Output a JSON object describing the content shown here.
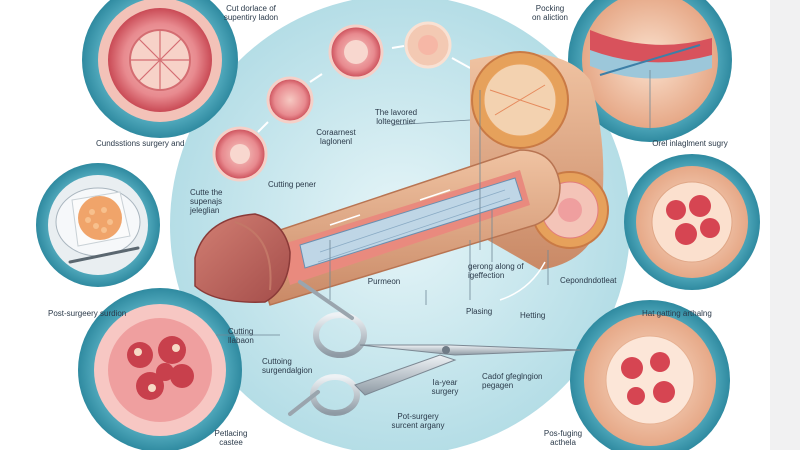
{
  "labels": {
    "top_left": "Cut dorlace of\nsupentiry ladon",
    "top_right": "Pocking\non aliction",
    "mid_left": "Cundsstions surgery and",
    "mid_right": "Orel inlaglment sugry",
    "left_post": "Post-surgeery surdion",
    "right_hat": "Hat gatting arthalng",
    "bottom_left": "Petlacing\ncastee",
    "bottom_right": "Pos-fuging\nacthela",
    "center_lavored": "The lavored\nloltegernier",
    "center_coraarnest": "Coraarnest\nlaglonenl",
    "cutte_the": "Cutte the\nsupenajs\njeleglian",
    "cutting_pener": "Cutting pener",
    "purmeon": "Purmeon",
    "gerong": "gerong along of\nigeffection",
    "cepondndotleat": "Cepondndotleat",
    "plasing": "Plasing",
    "hetting": "Hetting",
    "cutting_llabaon": "Cutting\nllabaon",
    "cuttoing": "Cuttoing\nsurgendalgion",
    "ia_year": "Ia-year\nsurgery",
    "cadof": "Cadof gfeglngion\npegagen",
    "post_surgery_arg": "Pot-surgery\nsurcent argany"
  },
  "colors": {
    "ring_teal": "#7cc6d4",
    "ring_teal_dark": "#3f9fb5",
    "skin": "#e8b392",
    "tissue_pink": "#e88a8f",
    "tissue_red": "#c94a55",
    "metal": "#b9c4cc",
    "bg_circle": "#d6eef3"
  }
}
